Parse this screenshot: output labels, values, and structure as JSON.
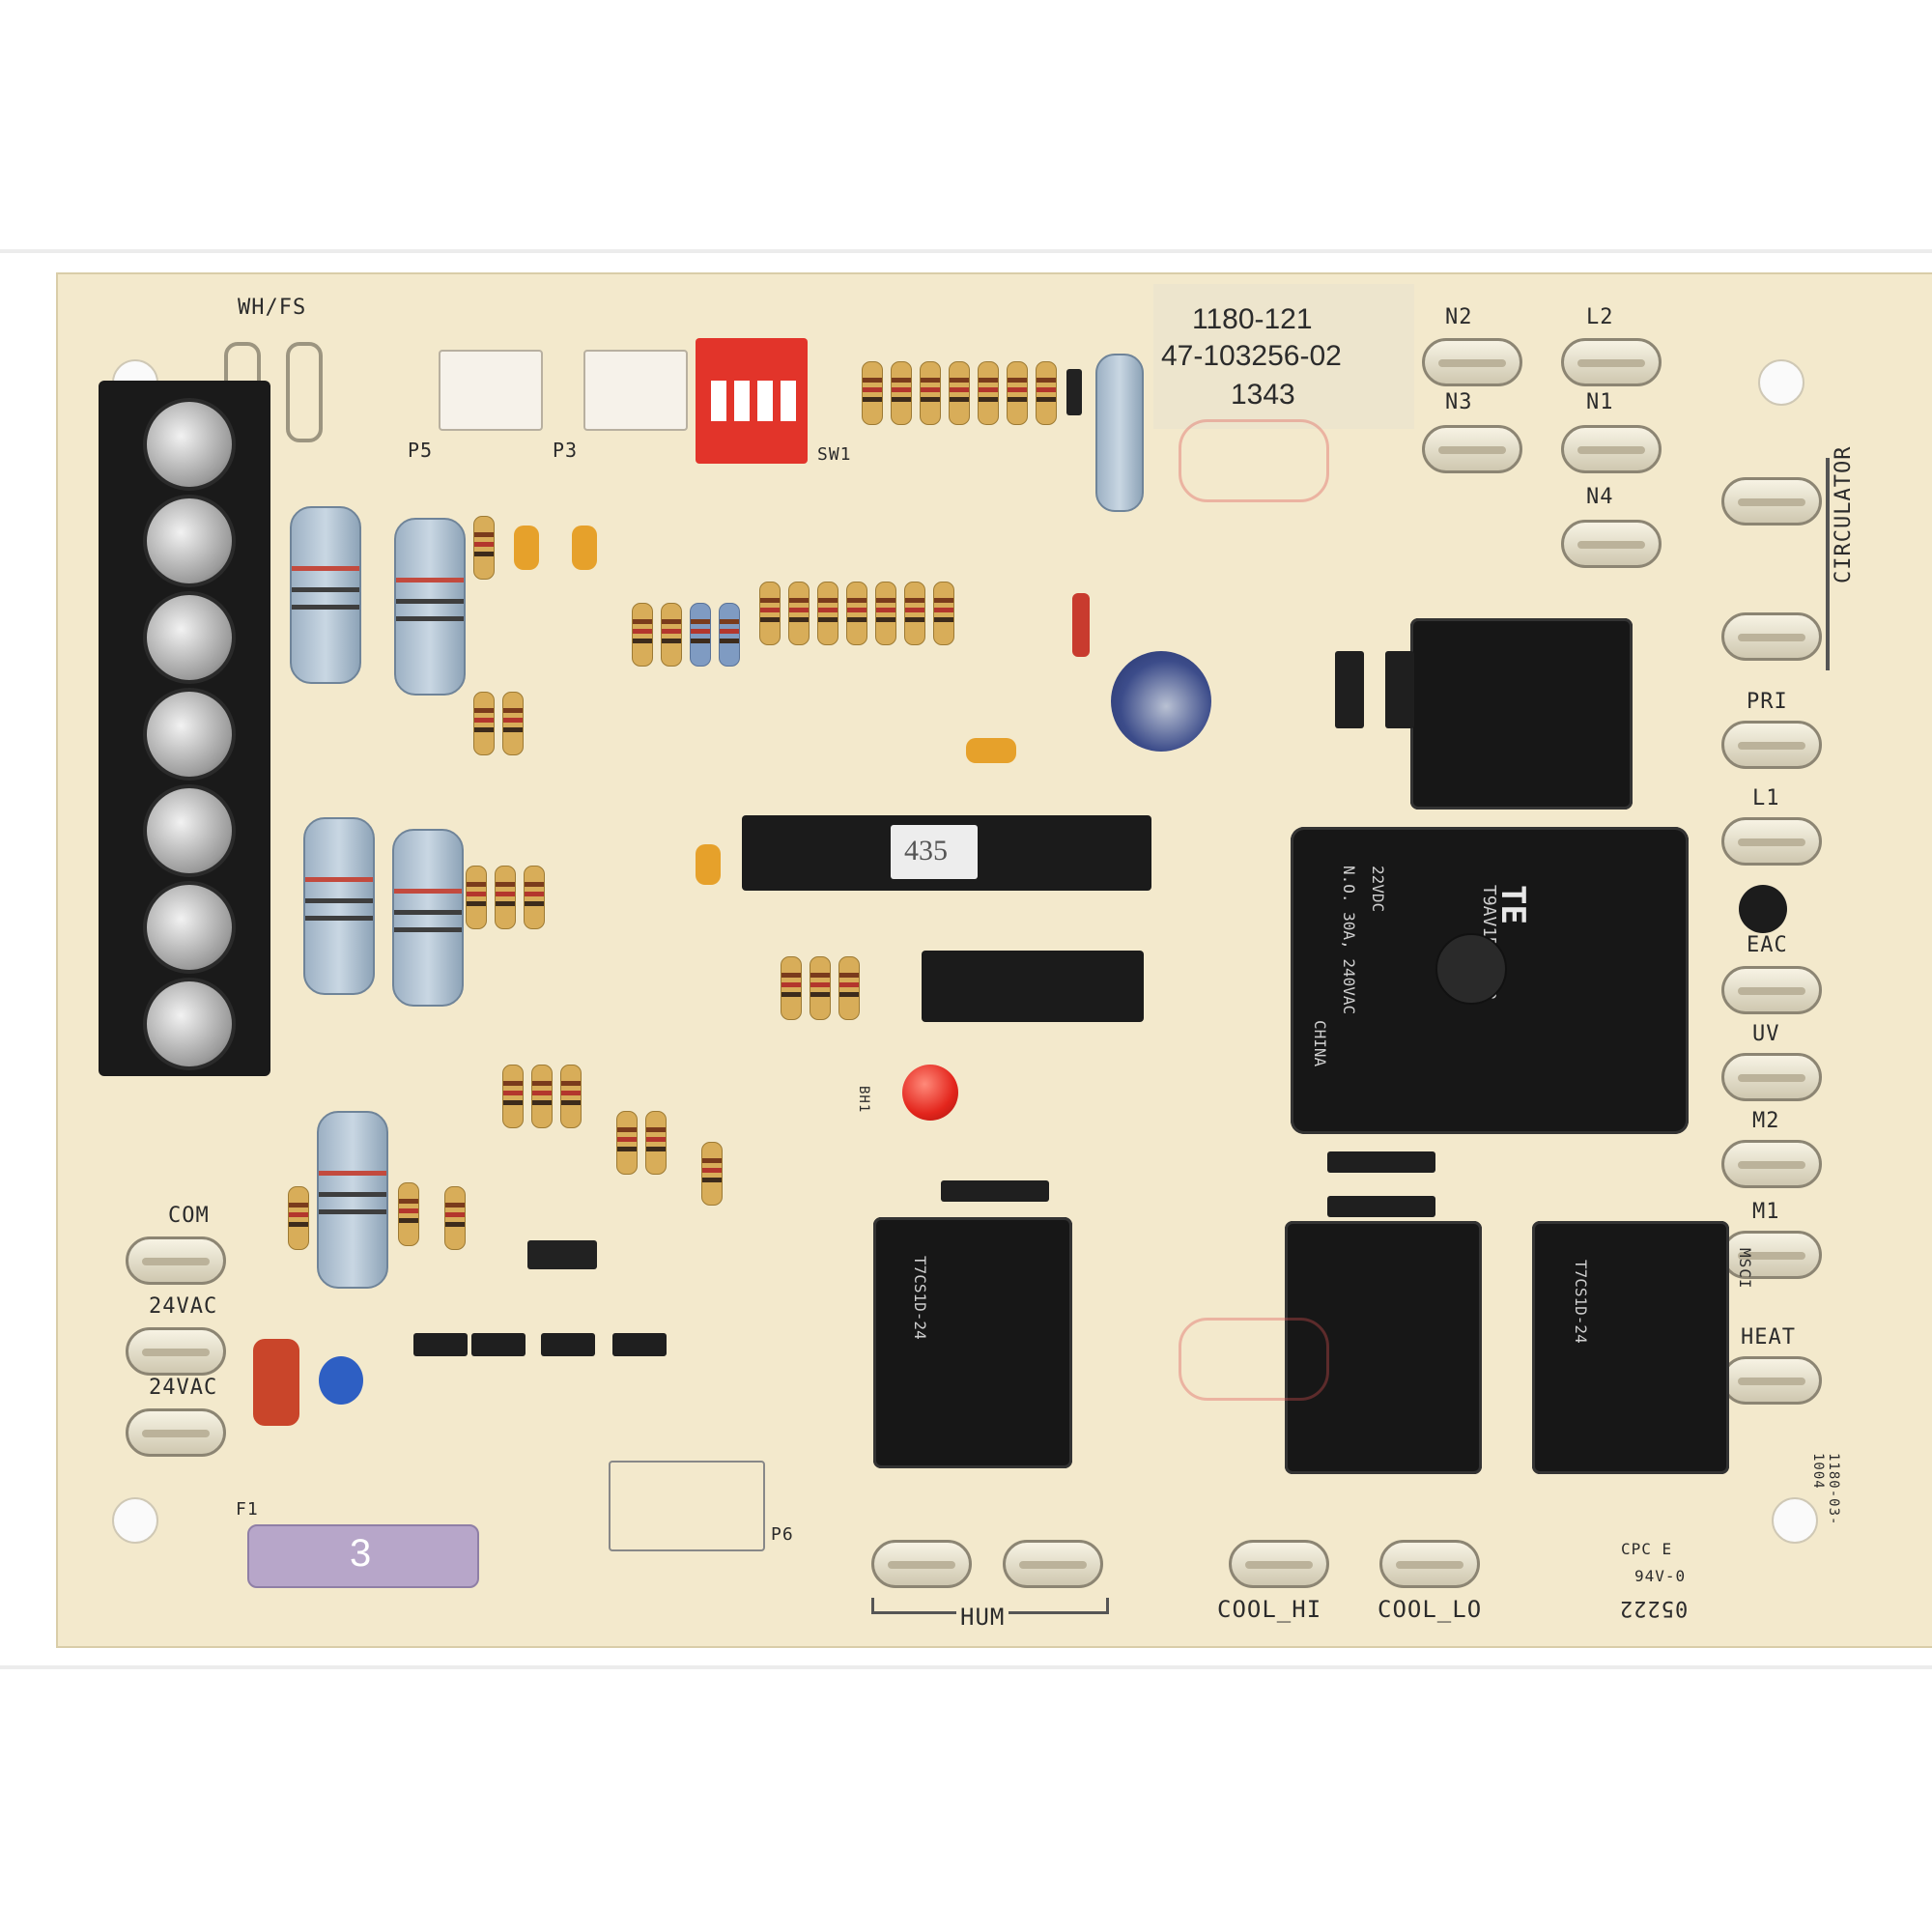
{
  "board": {
    "part_labels": [
      "1180-121",
      "47-103256-02",
      "1343"
    ],
    "chip_label": "435",
    "fuse_label": "3",
    "circulator_label": "CIRCULATOR",
    "cert_line1": "CPC E",
    "cert_line2": "94V-0",
    "board_code": "1180-03-1004",
    "corner_code": "05222",
    "side_code": "MSCI"
  },
  "headers": {
    "p5": "P5",
    "p3": "P3",
    "sw1": "SW1",
    "wh_fs": "WH/FS",
    "p6": "P6",
    "f1": "F1",
    "led": "BH1"
  },
  "terminals_top": [
    "N2",
    "L2",
    "N3",
    "N1",
    "N4"
  ],
  "terminals_right": [
    "PRI",
    "L1",
    "EAC",
    "UV",
    "M2",
    "M1",
    "HEAT"
  ],
  "terminals_left": [
    "COM",
    "24VAC",
    "24VAC"
  ],
  "terminals_bottom": [
    "HUM",
    "COOL_HI",
    "COOL_LO"
  ],
  "relays": {
    "big": {
      "brand": "TE",
      "model": "T9AV1D12-22",
      "spec1": "N.O. 30A, 240VAC",
      "spec2": "22VDC",
      "origin": "CHINA"
    },
    "small_a": {
      "model": "T7CS1D-24"
    },
    "small_b": {
      "model": "T7CS1D-24"
    }
  },
  "colors": {
    "board": "#f3e9cc",
    "relay": "#171717",
    "dip": "#e2342a",
    "fuse": "#b7a6c9",
    "led": "#e3251c"
  }
}
